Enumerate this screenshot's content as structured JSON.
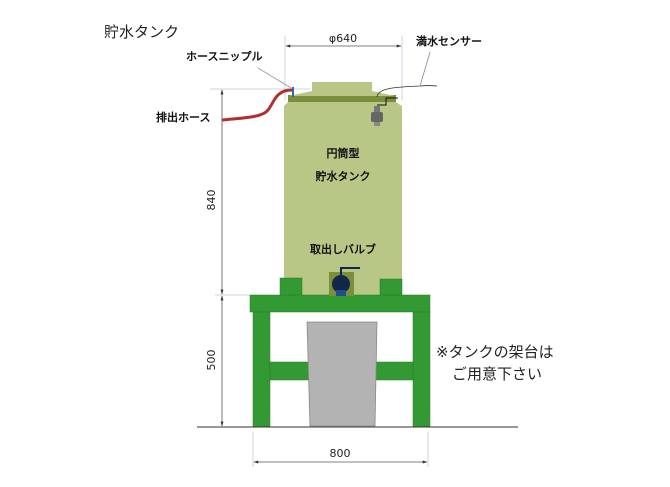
{
  "title": "貯水タンク",
  "labels": {
    "hose_nipple": "ホースニップル",
    "drain_hose": "排出ホース",
    "full_sensor": "満水センサー",
    "tank_type": "円筒型",
    "tank_name": "貯水タンク",
    "valve": "取出しバルブ"
  },
  "dimensions": {
    "diameter": "φ640",
    "tank_height": "840",
    "stand_height": "500",
    "stand_width": "800"
  },
  "note": [
    "※タンクの架台は",
    "ご用意下さい"
  ],
  "colors": {
    "tank": "#b8c786",
    "tank_dark": "#7a8f3a",
    "stand": "#339933",
    "bucket": "#b3b3b3",
    "hose": "#b03030",
    "valve": "#12264a"
  }
}
